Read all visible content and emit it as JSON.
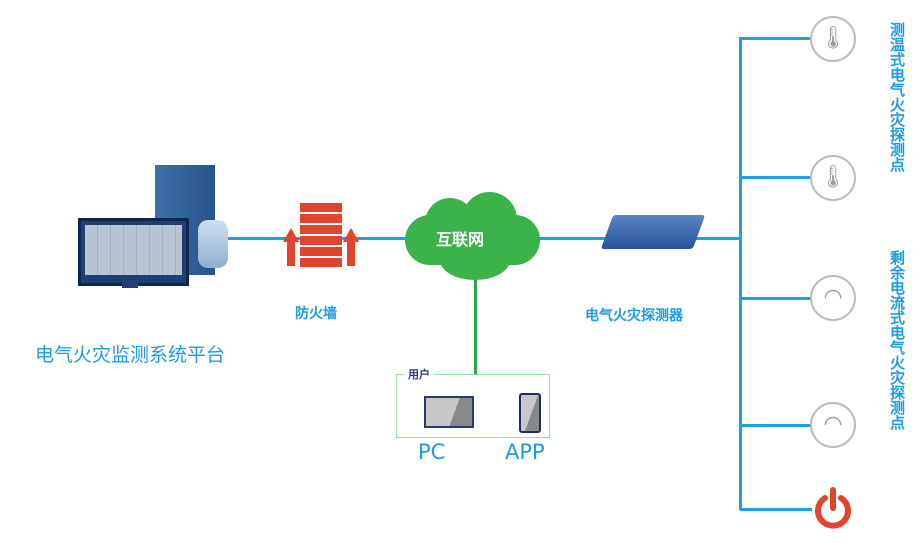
{
  "platform": {
    "label": "电气火灾监测系统平台"
  },
  "firewall": {
    "label": "防火墙"
  },
  "internet": {
    "label": "互联网"
  },
  "detector": {
    "label": "电气火灾探测器"
  },
  "user": {
    "title": "用户",
    "pc": "PC",
    "app": "APP"
  },
  "groups": {
    "temp": "测温式电气火灾探测点",
    "residual": "剩余电流式电气火灾探测点"
  },
  "colors": {
    "line": "#1ea0e6",
    "green": "#2aa84a",
    "cloud": "#3cb24a",
    "firewall": "#e0442c",
    "power": "#e0442c"
  }
}
